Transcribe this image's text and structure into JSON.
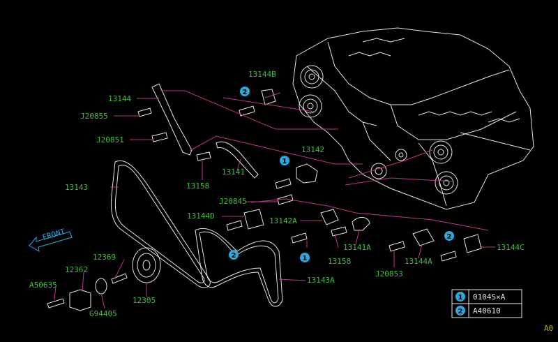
{
  "labels": {
    "p13144B": "13144B",
    "p13144": "13144",
    "pJ20855": "J20855",
    "pJ20851": "J20851",
    "p13142": "13142",
    "p13141": "13141",
    "p13143": "13143",
    "p13158a": "13158",
    "pJ20845": "J20845",
    "p13144D": "13144D",
    "p13142A": "13142A",
    "p13141A": "13141A",
    "p13158b": "13158",
    "p13144A": "13144A",
    "pJ20853": "J20853",
    "p13144C": "13144C",
    "p12369": "12369",
    "p12362": "12362",
    "pA50635": "A50635",
    "p12305": "12305",
    "pG94405": "G94405",
    "p13143A": "13143A",
    "front": "FRONT",
    "corner": "A0"
  },
  "callouts": {
    "c1": "2",
    "c2": "1",
    "c3": "2",
    "c4": "1",
    "c5": "2"
  },
  "legend": {
    "row1_num": "1",
    "row1_text": "0104S×A",
    "row2_num": "2",
    "row2_text": "A40610"
  },
  "colors": {
    "label": "#3fbf3f",
    "leader": "#c0358a",
    "callout": "#2aa8e0",
    "linework": "#e6e6e6"
  }
}
